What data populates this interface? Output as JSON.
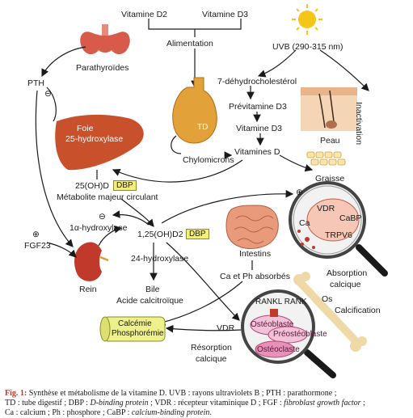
{
  "labels": {
    "vitamine_d2": "Vitamine D2",
    "vitamine_d3_top": "Vitamine D3",
    "alimentation": "Alimentation",
    "uvb": "UVB (290-315 nm)",
    "parathyroides": "Parathyroïdes",
    "pth": "PTH",
    "dehydrocholesterol": "7-déhydrocholestérol",
    "previtamine": "Prévitamine D3",
    "vitamine_d3": "Vitamine D3",
    "vitamines_d": "Vitamines D",
    "inactivation": "Inactivation",
    "peau": "Peau",
    "graisse": "Graisse",
    "td": "TD",
    "chylomicrons": "Chylomicrons",
    "foie": "Foie",
    "hydroxylase25": "25-hydroxylase",
    "ohd": "25(OH)D",
    "dbp": "DBP",
    "metabolite": "Métabolite majeur circulant",
    "fgf23": "FGF23",
    "alpha_hydroxylase": "1α-hydroxylase",
    "dihydroxy": "1,25(OH)D2",
    "hydroxylase24": "24-hydroxylase",
    "rein": "Rein",
    "bile": "Bile",
    "acide": "Acide calcitroïque",
    "calcemie": "Calcémie",
    "phosphoremie": "Phosphorémie",
    "vdr_left": "VDR",
    "intestins": "Intestins",
    "ca_ph": "Ca et Ph absorbés",
    "vdr_zoom": "VDR",
    "cabp": "CaBP",
    "ca": "Ca",
    "trpv6": "TRPV6",
    "absorption": "Absorption",
    "calcique_abs": "calcique",
    "os": "Os",
    "calcification": "Calcification",
    "rankl_rank": "RANKL RANK",
    "osteoblaste": "Ostéoblaste",
    "preosteoblaste": "Préostéoblaste",
    "osteoclaste": "Ostéoclaste",
    "resorption": "Résorption",
    "calcique_res": "calcique",
    "plus": "⊕",
    "minus": "⊖"
  },
  "caption": {
    "fig": "Fig. 1:",
    "l1": " Synthèse et métabolisme de la vitamine D. UVB : rayons ultraviolets B ; PTH : parathormone ;",
    "l2a": "TD : tube digestif ; DBP : ",
    "l2b": "D-binding protein",
    "l2c": " ; VDR : récepteur vitaminique D ; FGF : ",
    "l2d": "fibroblast growth factor",
    "l2e": " ;",
    "l3a": "Ca : calcium ; Ph : phosphore ; CaBP : ",
    "l3b": "calcium-binding protein",
    "l3c": "."
  },
  "colors": {
    "sun": "#f5c518",
    "liver": "#c8502a",
    "stomach": "#e3a13a",
    "intestine": "#e89a7a",
    "kidney": "#c0392b",
    "thyroid": "#d85a4a",
    "dbp_box": "#f3ef7a",
    "calcemie_box": "#eef08a",
    "bone": "#efd9a6",
    "lens_fill": "#f2f2f2",
    "caption_fig": "#c0392b"
  }
}
